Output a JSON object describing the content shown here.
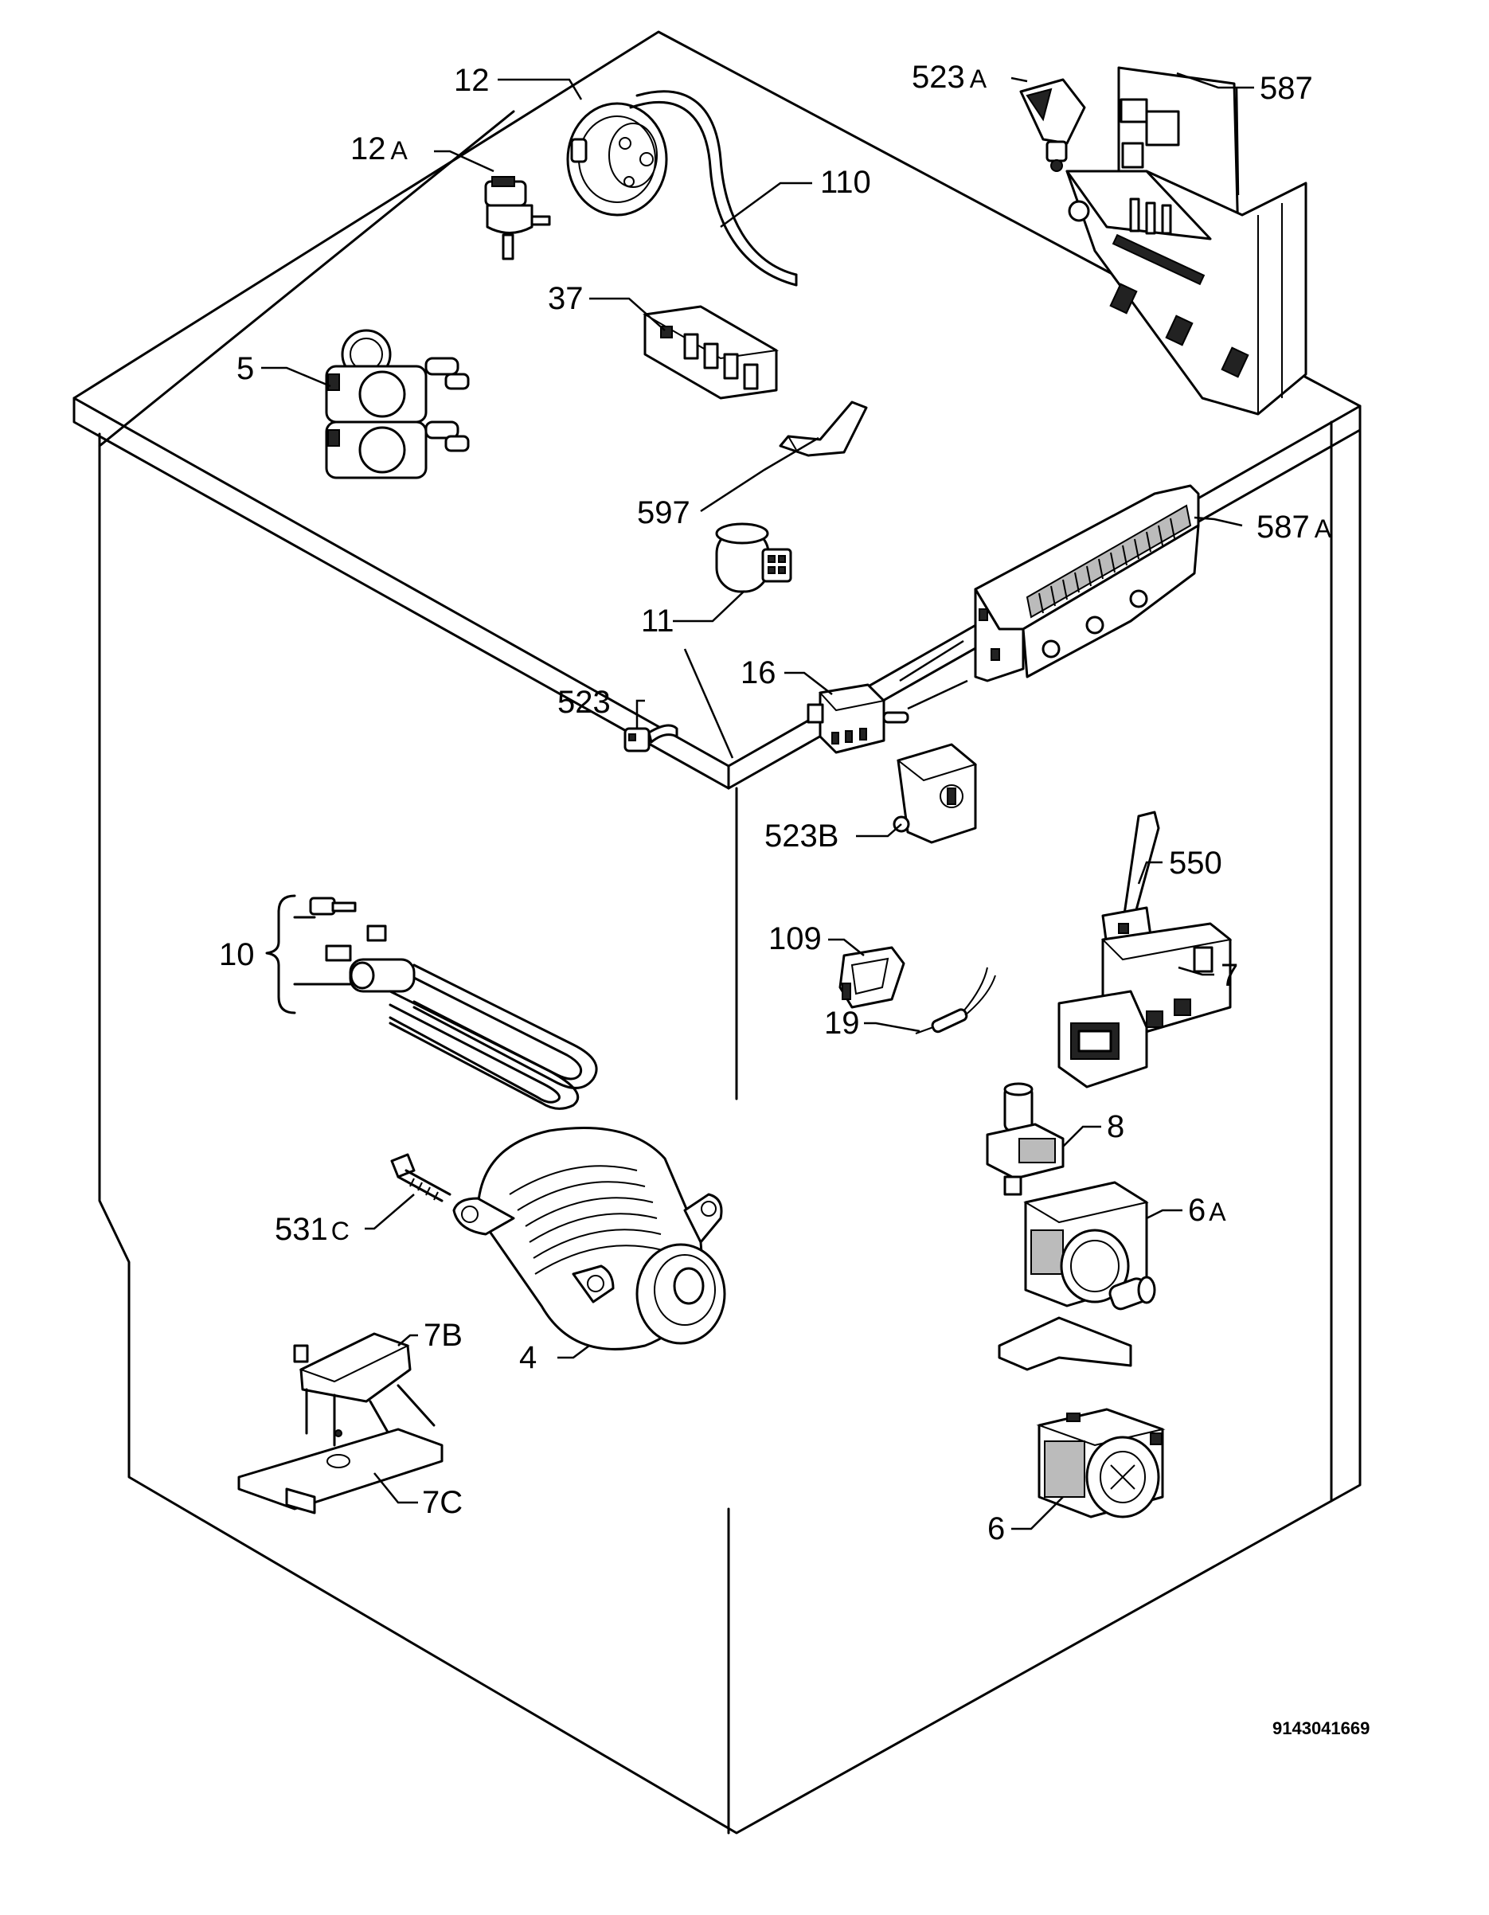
{
  "labels": {
    "p12": "12",
    "p12a": "12",
    "p12a_suffix": "A",
    "p110": "110",
    "p523a": "523",
    "p523a_suffix": "A",
    "p587": "587",
    "p37": "37",
    "p5": "5",
    "p597": "597",
    "p587a": "587",
    "p587a_suffix": "A",
    "p11": "11",
    "p16": "16",
    "p523": "523",
    "p523b": "523B",
    "p550": "550",
    "p10": "10",
    "p109": "109",
    "p7": "7",
    "p19": "19",
    "p8": "8",
    "p531c": "531",
    "p531c_suffix": "C",
    "p6a": "6",
    "p6a_suffix": "A",
    "p7b": "7B",
    "p4": "4",
    "p7c": "7C",
    "p6": "6"
  },
  "diagram_code": "9143041669"
}
